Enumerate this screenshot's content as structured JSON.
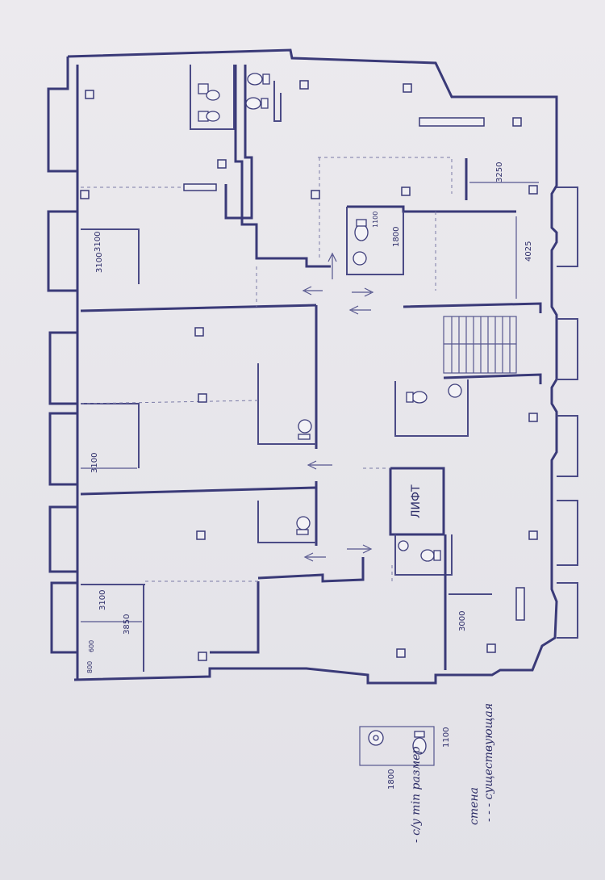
{
  "dimensions": {
    "d3250": "3250",
    "d1100": "1100",
    "d1800": "1800",
    "d4025": "4025",
    "d3100_a": "3100",
    "d3100_b": "3100",
    "d3100_c": "3100",
    "d3100_d": "3100",
    "d3850": "3850",
    "d3000": "3000",
    "d600": "600",
    "d800": "800"
  },
  "labels": {
    "lift": "ЛИФТ"
  },
  "legend": {
    "wc_size_label": "- с/у min размер",
    "wc_size_w": "1800",
    "wc_size_h": "1100",
    "existing_walls_line1": "- - - существующая",
    "existing_walls_line2": "стена"
  },
  "colors": {
    "ink": "#3a3a78",
    "paper": "#e9e8ec"
  }
}
